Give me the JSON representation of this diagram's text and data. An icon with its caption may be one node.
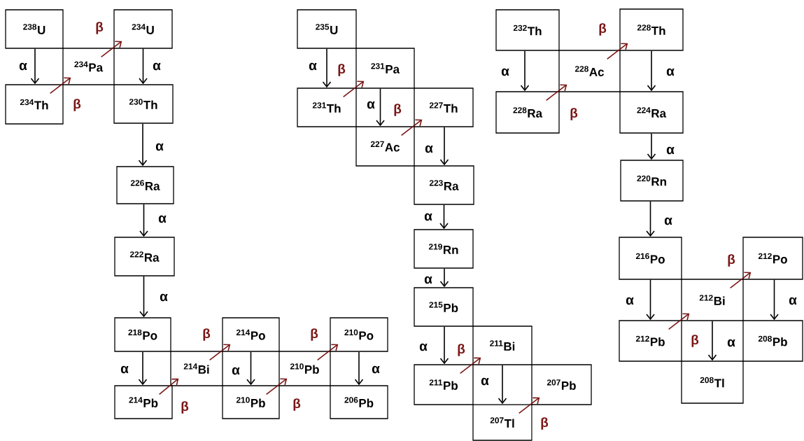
{
  "diagram": {
    "nodes": [
      {
        "text": [
          "$^{238}$U"
        ]
      },
      {
        "text": [
          "$^{234}$U"
        ]
      },
      {
        "text": [
          "$^{234}$Pa"
        ]
      },
      {
        "text": [
          "$^{234}$Th"
        ]
      },
      {
        "text": [
          "$^{230}$Th"
        ]
      },
      {
        "text": [
          "$^{226}$Ra"
        ]
      },
      {
        "text": [
          "$^{222}$Ra"
        ]
      },
      {
        "text": [
          "$^{218}$Po"
        ]
      },
      {
        "text": [
          "$^{214}$Bi"
        ]
      },
      {
        "text": [
          "$^{214}$Po"
        ]
      },
      {
        "text": [
          "$^{210}$Pb"
        ]
      },
      {
        "text": [
          "$^{210}$Po"
        ]
      },
      {
        "text": [
          "$^{214}$Pb"
        ]
      },
      {
        "text": [
          "$^{210}$Pb"
        ]
      },
      {
        "text": [
          "$^{206}$Pb"
        ]
      },
      {
        "text": [
          "$^{235}$U"
        ]
      },
      {
        "text": [
          "$^{231}$Pa"
        ]
      },
      {
        "text": [
          "$^{231}$Th"
        ]
      },
      {
        "text": [
          "$^{227}$Th"
        ]
      },
      {
        "text": [
          "$^{227}$Ac"
        ]
      },
      {
        "text": [
          "$^{223}$Ra"
        ]
      },
      {
        "text": [
          "$^{219}$Rn"
        ]
      },
      {
        "text": [
          "$^{215}$Pb"
        ]
      },
      {
        "text": [
          "$^{211}$Bi"
        ]
      },
      {
        "text": [
          "$^{211}$Pb"
        ]
      },
      {
        "text": [
          "$^{207}$Pb"
        ]
      },
      {
        "text": [
          "$^{207}$Tl"
        ]
      },
      {
        "text": [
          "$^{232}$Th"
        ]
      },
      {
        "text": [
          "$^{228}$Th"
        ]
      },
      {
        "text": [
          "$^{228}$Ac"
        ]
      },
      {
        "text": [
          "$^{228}$Ra"
        ]
      },
      {
        "text": [
          "$^{224}$Ra"
        ]
      },
      {
        "text": [
          "$^{220}$Rn"
        ]
      },
      {
        "text": [
          "$^{216}$Po"
        ]
      },
      {
        "text": [
          "$^{212}$Po"
        ]
      },
      {
        "text": [
          "$^{212}$Bi"
        ]
      },
      {
        "text": [
          "$^{212}$Pb"
        ]
      },
      {
        "text": [
          "$^{208}$Pb"
        ]
      },
      {
        "text": [
          "$^{208}$Tl"
        ]
      }
    ],
    "edges": [
      {
        "from": 0,
        "to": 3,
        "arrow": "to",
        "label": "α"
      },
      {
        "from": 3,
        "to": 2,
        "arrow": "to",
        "label": "β",
        "color": "#7a1616"
      },
      {
        "from": 2,
        "to": 1,
        "arrow": "to",
        "label": "β",
        "color": "#7a1616"
      },
      {
        "from": 1,
        "to": 4,
        "arrow": "to",
        "label": "α"
      },
      {
        "from": 4,
        "to": 5,
        "arrow": "to",
        "label": "α"
      },
      {
        "from": 5,
        "to": 6,
        "arrow": "to",
        "label": "α"
      },
      {
        "from": 6,
        "to": 7,
        "arrow": "to",
        "label": "α"
      },
      {
        "from": 7,
        "to": 12,
        "arrow": "to",
        "label": "α"
      },
      {
        "from": 12,
        "to": 8,
        "arrow": "to",
        "label": "β",
        "color": "#7a1616"
      },
      {
        "from": 8,
        "to": 9,
        "arrow": "to",
        "label": "β",
        "color": "#7a1616"
      },
      {
        "from": 9,
        "to": 13,
        "arrow": "to",
        "label": "α"
      },
      {
        "from": 13,
        "to": 10,
        "arrow": "to",
        "label": "β",
        "color": "#7a1616"
      },
      {
        "from": 10,
        "to": 11,
        "arrow": "to",
        "label": "β",
        "color": "#7a1616"
      },
      {
        "from": 11,
        "to": 14,
        "arrow": "to",
        "label": "α"
      },
      {
        "from": 15,
        "to": 17,
        "arrow": "to",
        "label": "α"
      },
      {
        "from": 17,
        "to": 16,
        "arrow": "to",
        "label": "β",
        "color": "#7a1616"
      },
      {
        "from": 16,
        "to": 19,
        "arrow": "to",
        "label": "α"
      },
      {
        "from": 19,
        "to": 18,
        "arrow": "to",
        "label": "β",
        "color": "#7a1616"
      },
      {
        "from": 18,
        "to": 20,
        "arrow": "to",
        "label": "α"
      },
      {
        "from": 20,
        "to": 21,
        "arrow": "to",
        "label": "α"
      },
      {
        "from": 21,
        "to": 22,
        "arrow": "to",
        "label": "α"
      },
      {
        "from": 22,
        "to": 24,
        "arrow": "to",
        "label": "α"
      },
      {
        "from": 24,
        "to": 23,
        "arrow": "to",
        "label": "β",
        "color": "#7a1616"
      },
      {
        "from": 23,
        "to": 26,
        "arrow": "to",
        "label": "α"
      },
      {
        "from": 26,
        "to": 25,
        "arrow": "to",
        "label": "β",
        "color": "#7a1616"
      },
      {
        "from": 27,
        "to": 30,
        "arrow": "to",
        "label": "α"
      },
      {
        "from": 30,
        "to": 29,
        "arrow": "to",
        "label": "β",
        "color": "#7a1616"
      },
      {
        "from": 29,
        "to": 28,
        "arrow": "to",
        "label": "β",
        "color": "#7a1616"
      },
      {
        "from": 28,
        "to": 31,
        "arrow": "to",
        "label": "α"
      },
      {
        "from": 31,
        "to": 32,
        "arrow": "to",
        "label": "α"
      },
      {
        "from": 32,
        "to": 33,
        "arrow": "to",
        "label": "α"
      },
      {
        "from": 33,
        "to": 36,
        "arrow": "to",
        "label": "α"
      },
      {
        "from": 36,
        "to": 35,
        "arrow": "to",
        "label": "β",
        "color": "#7a1616"
      },
      {
        "from": 35,
        "to": 34,
        "arrow": "to",
        "label": "β",
        "color": "#7a1616"
      },
      {
        "from": 34,
        "to": 37,
        "arrow": "to",
        "label": "α"
      },
      {
        "from": 35,
        "to": 38,
        "arrow": "to",
        "label": "α"
      }
    ]
  }
}
